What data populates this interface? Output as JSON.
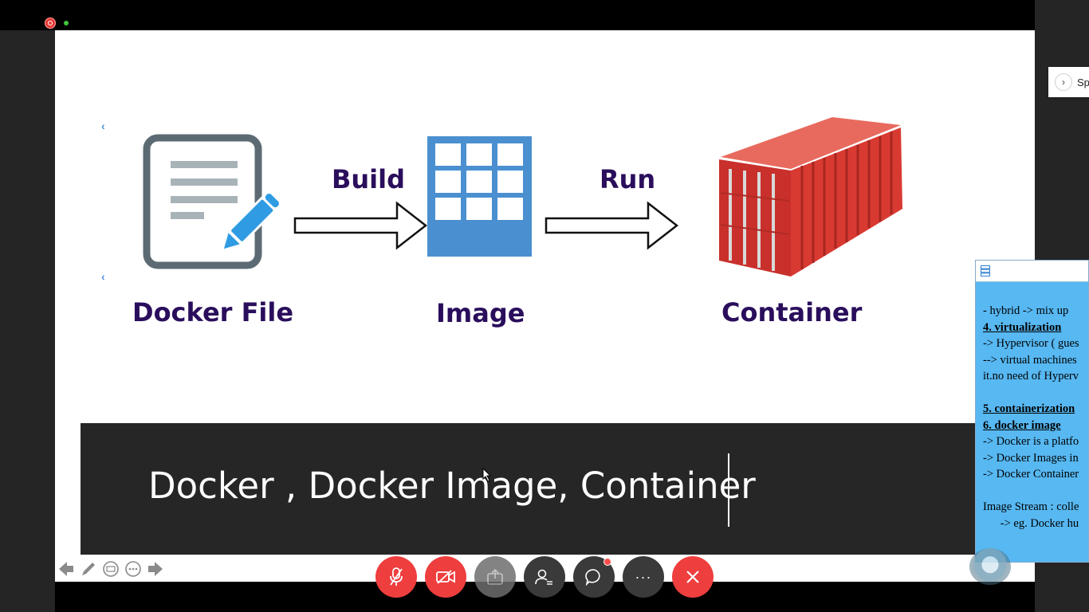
{
  "slide": {
    "diagram": {
      "docker_file_label": "Docker File",
      "build_label": "Build",
      "image_label": "Image",
      "run_label": "Run",
      "container_label": "Container"
    },
    "caption": "Docker , Docker Image, Container"
  },
  "meeting_controls": {
    "buttons": [
      {
        "name": "mute-mic-button",
        "icon": "mic-off-icon",
        "color": "#ee3e3e"
      },
      {
        "name": "camera-button",
        "icon": "video-off-icon",
        "color": "#ee3e3e"
      },
      {
        "name": "share-screen-button",
        "icon": "share-icon",
        "color": "#6e6e6e"
      },
      {
        "name": "participants-button",
        "icon": "participants-icon",
        "color": "#3a3a3a"
      },
      {
        "name": "chat-button",
        "icon": "chat-icon",
        "color": "#3a3a3a"
      },
      {
        "name": "more-options-button",
        "icon": "more-icon",
        "color": "#3a3a3a",
        "label": "···"
      },
      {
        "name": "leave-meeting-button",
        "icon": "close-icon",
        "color": "#ee3e3e"
      }
    ]
  },
  "slide_nav": {
    "icons": [
      "prev-slide-icon",
      "pen-icon",
      "subtitles-icon",
      "more-icon",
      "next-slide-icon"
    ]
  },
  "side_panel": {
    "chip_text": "Sp"
  },
  "notes": {
    "lines": [
      "- hybrid -> mix up",
      "4. virtualization",
      "-> Hypervisor ( gues",
      "--> virtual machines",
      "it.no need of Hyperv",
      "",
      "5. containerization",
      "6. docker image",
      "-> Docker is a platfo",
      "-> Docker Images in",
      "-> Docker Container",
      "",
      "Image Stream : colle",
      "      -> eg. Docker hu"
    ]
  },
  "colors": {
    "label_purple": "#2a0e5c",
    "image_blue": "#4a90d0",
    "container_red": "#d83a32",
    "notes_blue": "#57b8f2",
    "caption_band": "#262626"
  }
}
